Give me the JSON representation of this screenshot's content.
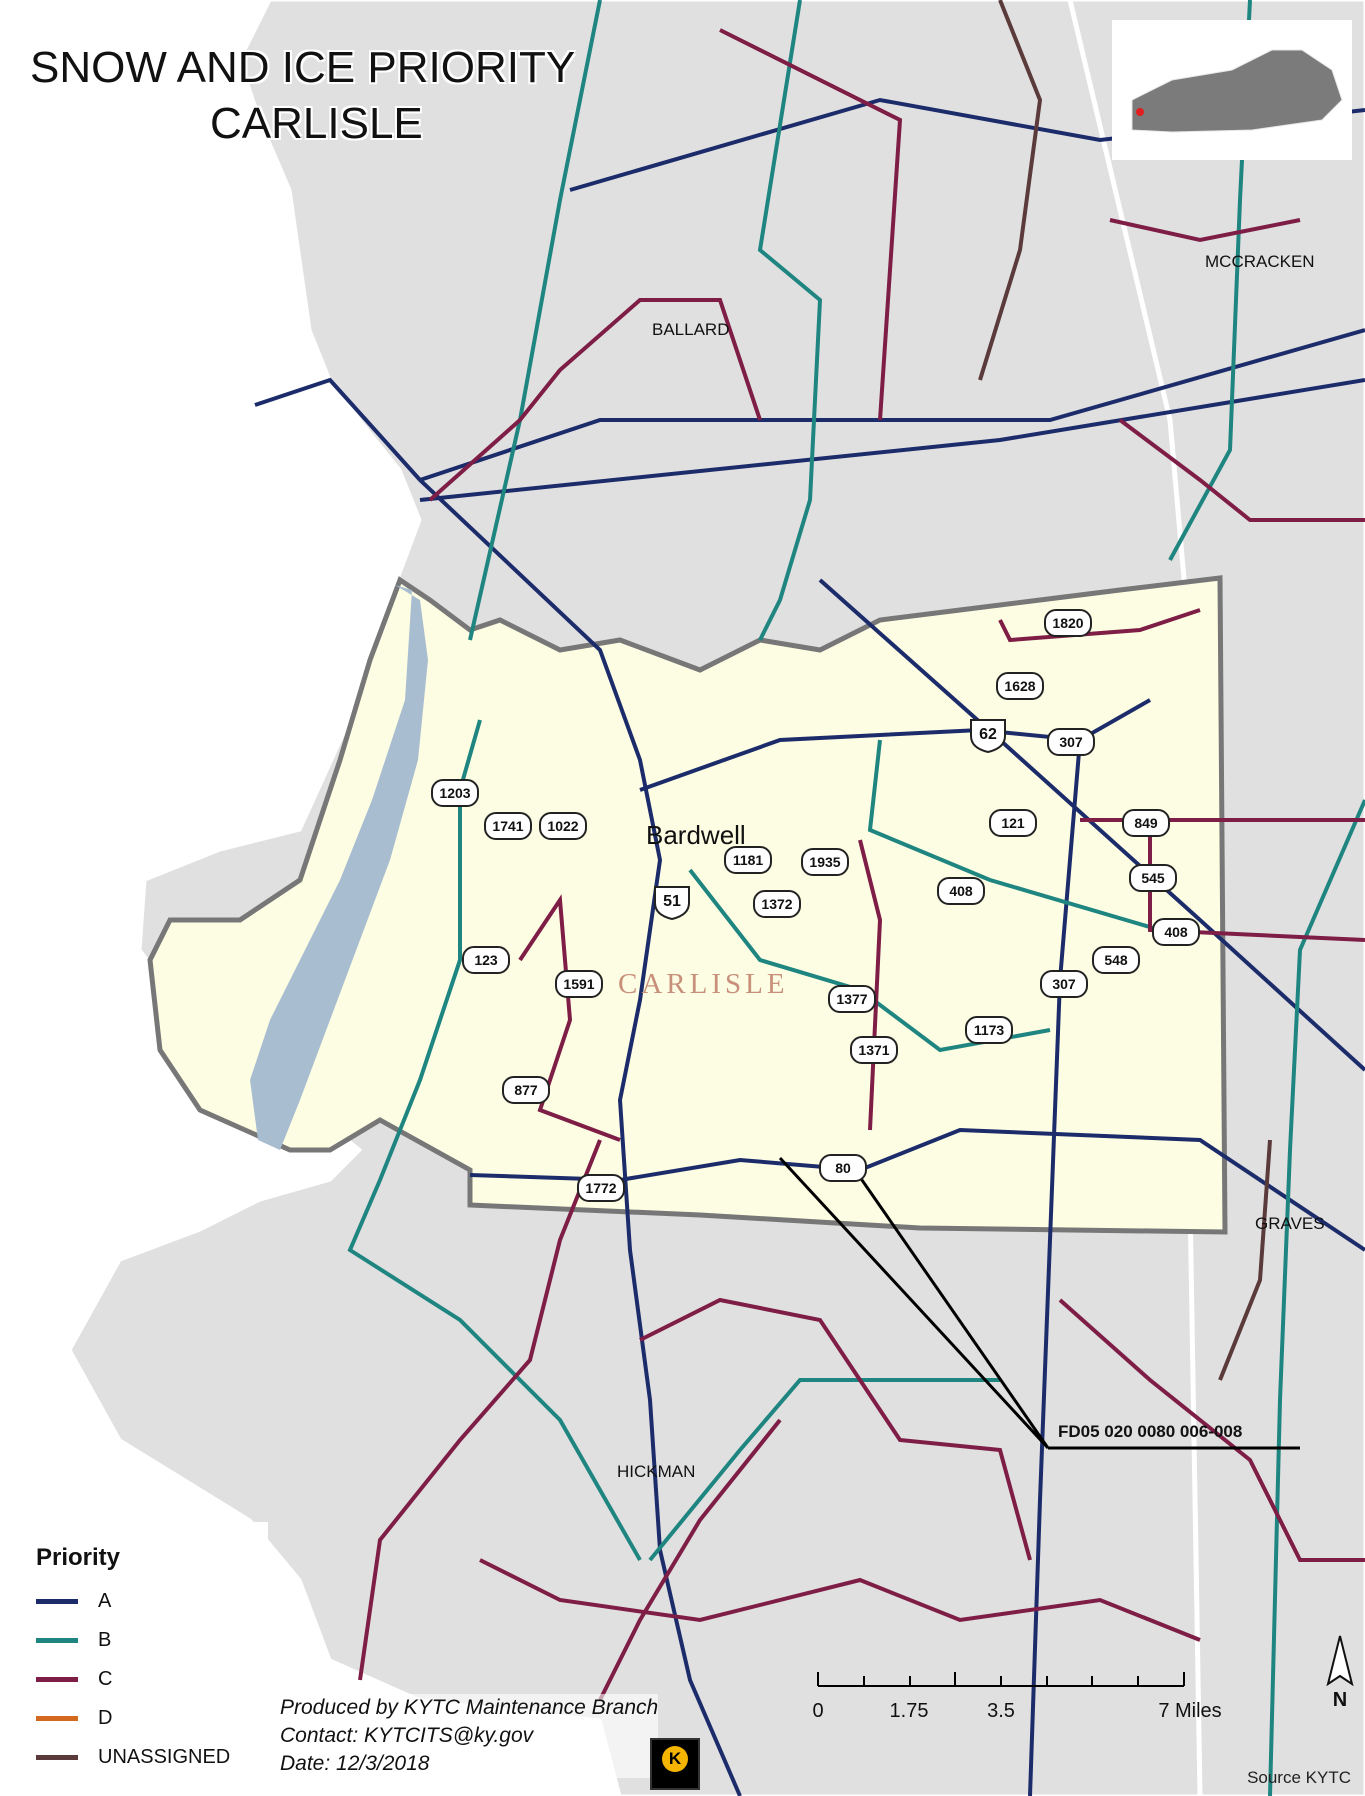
{
  "title": {
    "line1": "SNOW AND ICE PRIORITY",
    "line2": "CARLISLE"
  },
  "county_labels": [
    {
      "id": "ballard",
      "text": "BALLARD"
    },
    {
      "id": "mccracken",
      "text": "MCCRACKEN"
    },
    {
      "id": "graves",
      "text": "GRAVES"
    },
    {
      "id": "hickman",
      "text": "HICKMAN"
    }
  ],
  "featured_county": "CARLISLE",
  "town": "Bardwell",
  "route_shields": [
    "1820",
    "1628",
    "62",
    "307",
    "1203",
    "1741",
    "1022",
    "1181",
    "1935",
    "121",
    "849",
    "545",
    "51",
    "1372",
    "408",
    "408",
    "548",
    "123",
    "1591",
    "1377",
    "307",
    "1173",
    "1371",
    "877",
    "80",
    "1772"
  ],
  "us_routes": [
    "62",
    "51"
  ],
  "callout": "FD05 020 0080 006-008",
  "legend": {
    "title": "Priority",
    "items": [
      {
        "label": "A",
        "color": "#1c2c6b"
      },
      {
        "label": "B",
        "color": "#1f8580"
      },
      {
        "label": "C",
        "color": "#7e1d45"
      },
      {
        "label": "D",
        "color": "#d2691e"
      },
      {
        "label": "UNASSIGNED",
        "color": "#5a3a3a"
      }
    ]
  },
  "credits": {
    "line1": "Produced by KYTC Maintenance Branch",
    "line2": "Contact: KYTCITS@ky.gov",
    "line3": "Date: 12/3/2018"
  },
  "logo_letter": "K",
  "source": "Source KYTC",
  "scale_bar": {
    "ticks": [
      "0",
      "1.75",
      "3.5",
      "7 Miles"
    ]
  },
  "north_arrow": "N",
  "colors": {
    "land": "#e0e0e0",
    "county_fill": "#fdfde3",
    "river": "#a9bdd1",
    "water": "#ffffff"
  }
}
